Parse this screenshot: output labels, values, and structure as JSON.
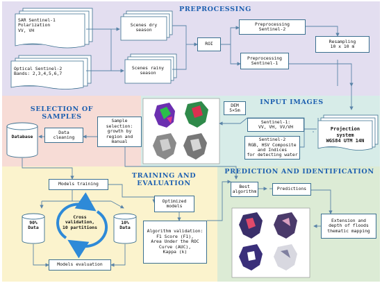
{
  "colors": {
    "preprocessing_bg": "#e3def0",
    "selection_bg": "#f7dcd6",
    "input_bg": "#d7ece8",
    "training_bg": "#fbf3cd",
    "prediction_bg": "#dcebd5",
    "box_border": "#3a6f8f",
    "arrow": "#5a84a8",
    "title": "#1e60b0",
    "cycle_arrow": "#2e8ad8"
  },
  "sections": {
    "preprocessing": {
      "title": "PREPROCESSING"
    },
    "selection": {
      "title": "SELECTION OF SAMPLES"
    },
    "input": {
      "title": "INPUT IMAGES"
    },
    "training": {
      "title": "TRAINING AND\nEVALUATION"
    },
    "prediction": {
      "title": "PREDICTION AND IDENTIFICATION"
    }
  },
  "preprocessing": {
    "sar_docs": "SAR Sentinel-1\nPolarization\nVV, VH",
    "optical_docs": "Optical Sentinel-2\nBands: 2,3,4,5,6,7",
    "scenes_dry": "Scenes dry\nseason",
    "scenes_rainy": "Scenes rainy\nseason",
    "roi": "ROI",
    "pre_s2": "Preprocessing\nSentinel-2",
    "pre_s1": "Preprocessing\nSentinel-1",
    "resampling": "Resampling\n10 x 10 m"
  },
  "input": {
    "dem": "DEM\n5×5m",
    "sentinel1": "Sentinel-1:\nVV, VH, VV/VH",
    "sentinel2": "Sentinel-2\nRGB, HSV Composite\nand Indices\nfor detecting water",
    "projection": "Projection\nsystem\nWGS84 UTM 14N"
  },
  "selection": {
    "database": "Database",
    "data_cleaning": "Data\ncleaning",
    "sample_selection": "Sample\nselection:\ngrowth by\nregion and\nmanual"
  },
  "training": {
    "models_training": "Models training",
    "data_90": "90%\nData",
    "cross_validation": "Cross\nvalidation,\n10 partitions",
    "data_10": "10%\nData",
    "optimized": "Optimized\nmodels",
    "validation": "Algorithm validation:\nF1 Score (F1),\nArea Under the ROC\nCurve (AUC),\nKappa (k)",
    "models_evaluation": "Models evaluation"
  },
  "prediction": {
    "best_algorithm": "Best\nalgorithm",
    "predictions": "Predictions",
    "extension": "Extension and\ndepth of floods\nthematic mapping"
  }
}
